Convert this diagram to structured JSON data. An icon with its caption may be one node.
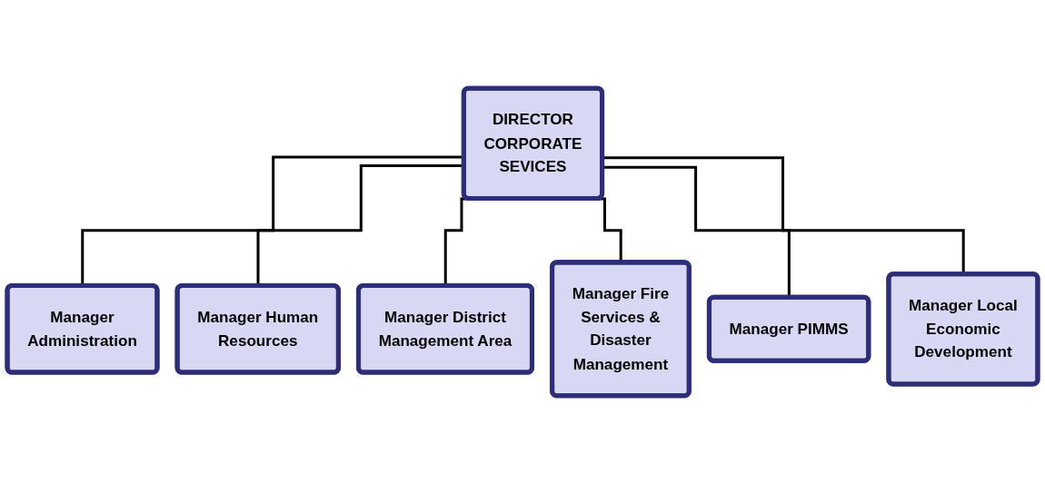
{
  "diagram": {
    "nodes": [
      {
        "text": [
          "DIRECTOR CORPORATE SEVICES"
        ]
      },
      {
        "text": [
          "Manager Administration"
        ]
      },
      {
        "text": [
          "Manager Human Resources"
        ]
      },
      {
        "text": [
          "Manager District Management Area"
        ]
      },
      {
        "text": [
          "Manager Fire Services & Disaster Management"
        ]
      },
      {
        "text": [
          "Manager PIMMS"
        ]
      },
      {
        "text": [
          "Manager Local Economic Development"
        ]
      }
    ],
    "edges": [
      {
        "from": 0,
        "to": 1,
        "arrow": "none"
      },
      {
        "from": 0,
        "to": 2,
        "arrow": "none"
      },
      {
        "from": 0,
        "to": 3,
        "arrow": "none"
      },
      {
        "from": 0,
        "to": 4,
        "arrow": "none"
      },
      {
        "from": 0,
        "to": 5,
        "arrow": "none"
      },
      {
        "from": 0,
        "to": 6,
        "arrow": "none"
      }
    ]
  }
}
